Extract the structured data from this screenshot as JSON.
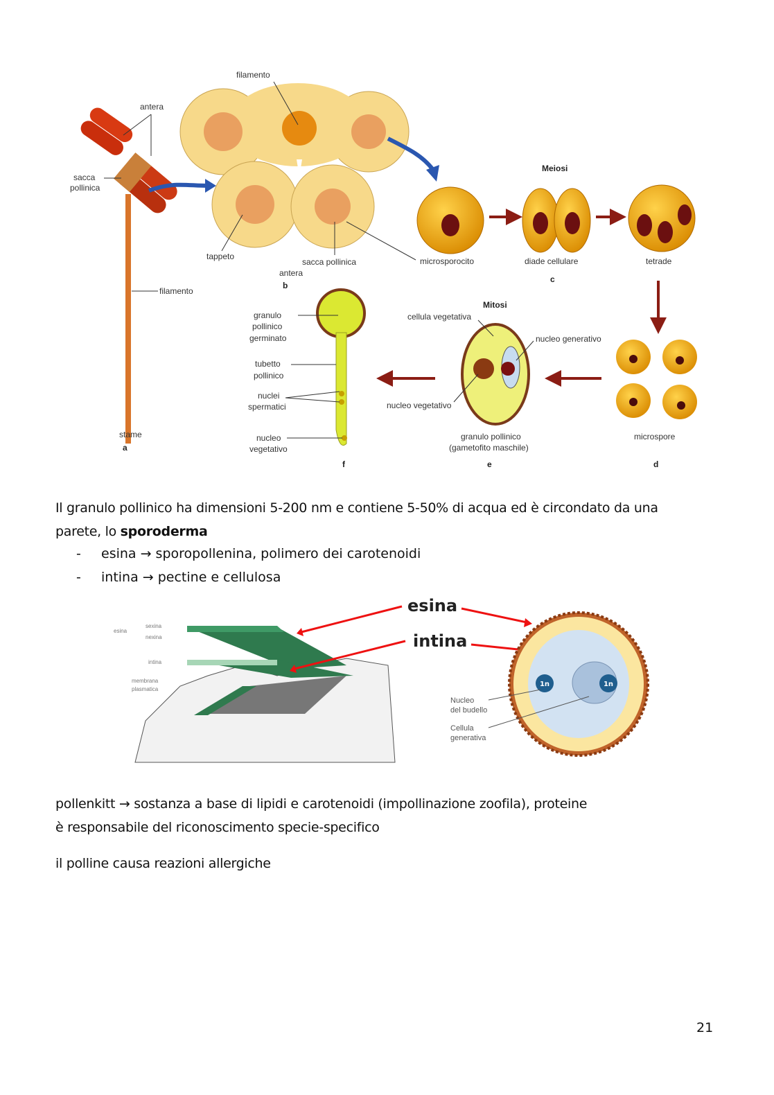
{
  "figure1": {
    "a": {
      "antera": "antera",
      "sacca": [
        "sacca",
        "pollinica"
      ],
      "filamento": "filamento",
      "stame": "stame",
      "letter": "a"
    },
    "b": {
      "filamento": "filamento",
      "tappeto": "tappeto",
      "sacca": "sacca pollinica",
      "antera": "antera",
      "letter": "b"
    },
    "c": {
      "meiosi": "Meiosi",
      "microsporocito": "microsporocito",
      "diade": "diade cellulare",
      "tetrade": "tetrade",
      "letter": "c"
    },
    "d": {
      "microspore": "microspore",
      "letter": "d"
    },
    "e": {
      "mitosi": "Mitosi",
      "cellula_vegetativa": "cellula vegetativa",
      "nucleo_generativo": "nucleo generativo",
      "nucleo_vegetativo": "nucleo vegetativo",
      "granulo": [
        "granulo pollinico",
        "(gametofito maschile)"
      ],
      "letter": "e"
    },
    "f": {
      "granulo": [
        "granulo",
        "pollinico",
        "germinato"
      ],
      "tubetto": [
        "tubetto",
        "pollinico"
      ],
      "nuclei": [
        "nuclei",
        "spermatici"
      ],
      "nucleo": [
        "nucleo",
        "vegetativo"
      ],
      "letter": "f"
    }
  },
  "text": {
    "p1_a": "Il granulo pollinico ha dimensioni 5-200 nm e contiene 5-50% di acqua ed è circondato da una",
    "p1_b": "parete, lo ",
    "p1_bold": "sporoderma",
    "bullets": [
      "esina → sporopollenina, polimero dei carotenoidi",
      "intina → pectine e cellulosa"
    ],
    "bullet_dash": "-",
    "p2_a": "pollenkitt →  sostanza a base di lipidi e carotenoidi (impollinazione zoofila), proteine",
    "p2_b": "è responsabile del riconoscimento specie-specifico",
    "p3": "il polline causa reazioni allergiche"
  },
  "figure2": {
    "esina": "esina",
    "intina": "intina",
    "small": {
      "esina": "esina",
      "sexina": "sexina",
      "nexina": "nexina",
      "intina": "intina",
      "membrana": [
        "membrana",
        "plasmatica"
      ]
    },
    "n": "1n",
    "nucleo": [
      "Nucleo",
      "del budello"
    ],
    "cellula": [
      "Cellula",
      "generativa"
    ]
  },
  "page_number": "21"
}
